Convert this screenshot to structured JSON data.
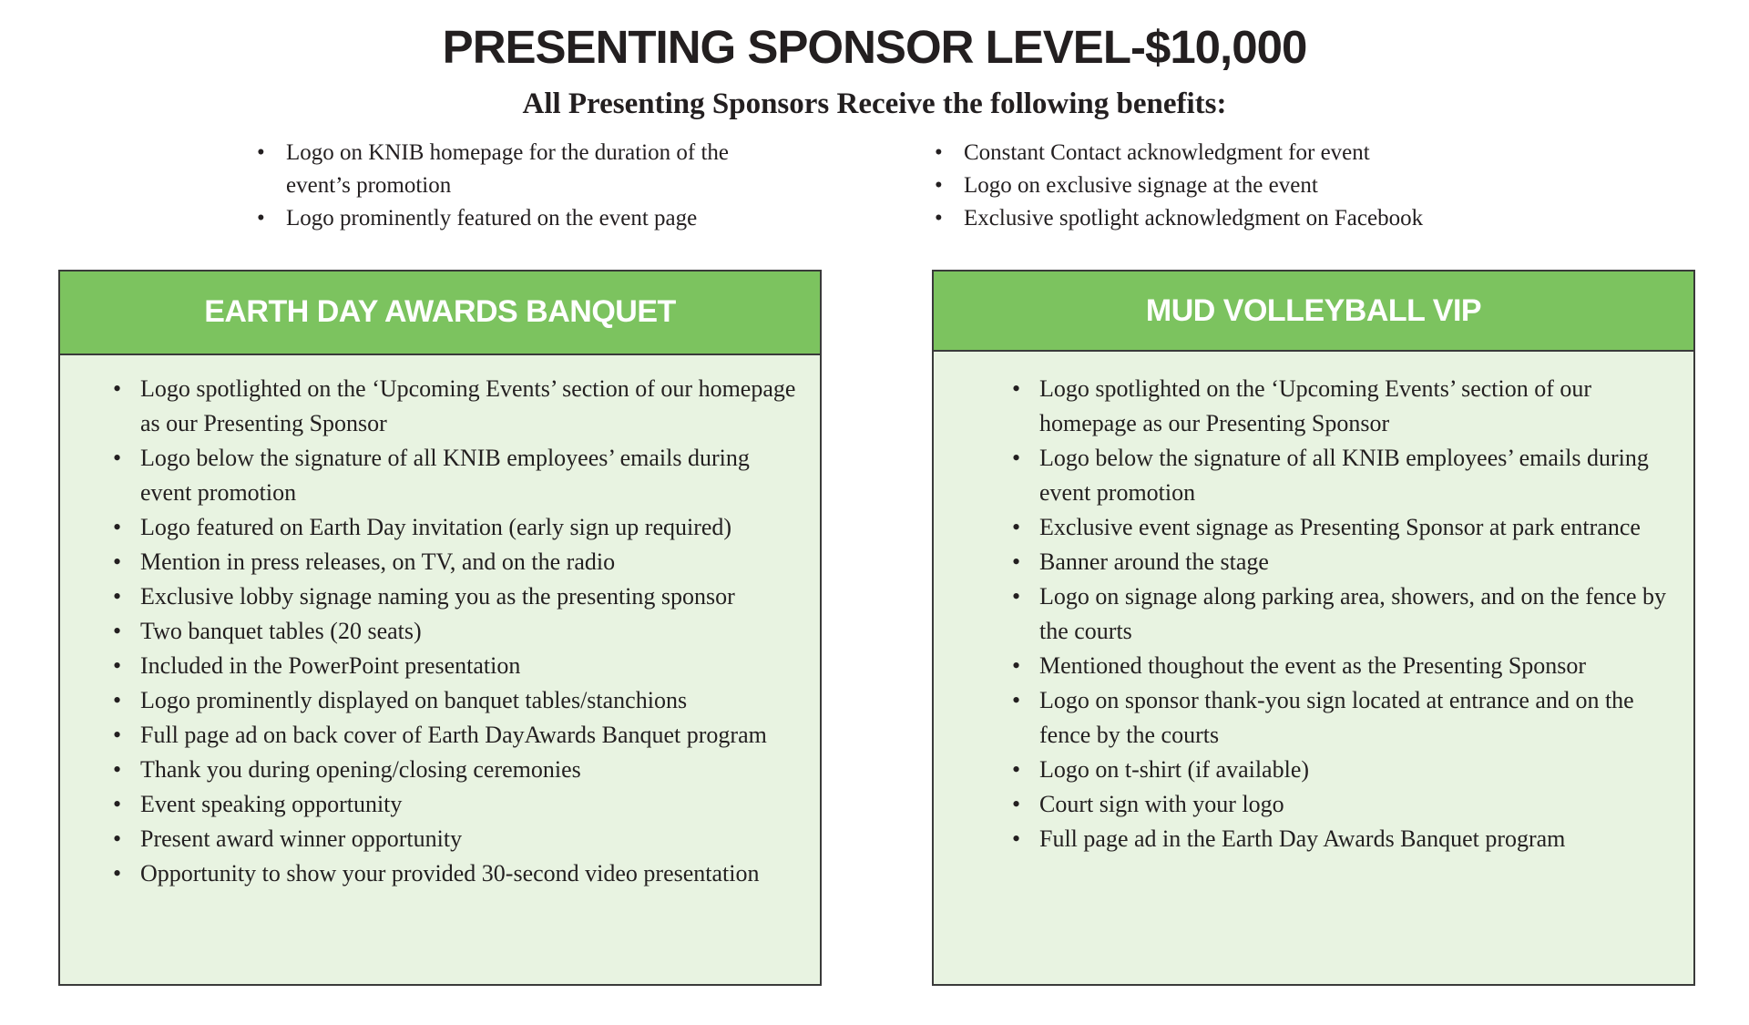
{
  "header": {
    "title": "PRESENTING SPONSOR LEVEL-$10,000",
    "subtitle": "All Presenting Sponsors  Receive the following benefits:"
  },
  "general_benefits": {
    "left": [
      "Logo on KNIB homepage for the duration of the event’s promotion",
      "Logo prominently featured on the event page"
    ],
    "right": [
      "Constant Contact acknowledgment for event",
      "Logo on exclusive signage at the event",
      "Exclusive spotlight acknowledgment on Facebook"
    ]
  },
  "earth_day_panel": {
    "title": "EARTH DAY AWARDS BANQUET",
    "items": [
      "Logo spotlighted on the ‘Upcoming Events’ section of our homepage as our Presenting  Sponsor",
      "Logo below the signature of all KNIB employees’ emails during event promotion",
      "Logo featured on Earth Day invitation (early sign up required)",
      "Mention in press releases, on TV, and on the radio",
      "Exclusive lobby signage naming you as the presenting sponsor",
      "Two banquet tables (20 seats)",
      "Included in the PowerPoint presentation",
      "Logo prominently displayed on banquet tables/stanchions",
      "Full page ad on back cover of Earth DayAwards Banquet program",
      "Thank you during opening/closing ceremonies",
      "Event speaking opportunity",
      "Present award winner opportunity",
      "Opportunity to show your provided 30-second video presentation"
    ]
  },
  "mud_volleyball_panel": {
    "title": "MUD VOLLEYBALL  VIP",
    "items": [
      "Logo spotlighted on the ‘Upcoming Events’ section of our homepage as our Presenting  Sponsor",
      "Logo below the signature of all KNIB employees’ emails during event promotion",
      "Exclusive event signage as Presenting Sponsor at park entrance",
      "Banner around the stage",
      "Logo on signage along parking area, showers, and on the fence by the courts",
      "Mentioned thoughout the event as the Presenting Sponsor",
      "Logo on sponsor thank-you sign located at entrance and on the fence by the courts",
      "Logo on t-shirt (if available)",
      "Court sign with your logo",
      " Full page ad in the Earth Day Awards Banquet program"
    ]
  },
  "colors": {
    "header_green": "#7cc35f",
    "panel_bg": "#e8f3e1",
    "text": "#231f20",
    "border": "#3a3a3a"
  }
}
